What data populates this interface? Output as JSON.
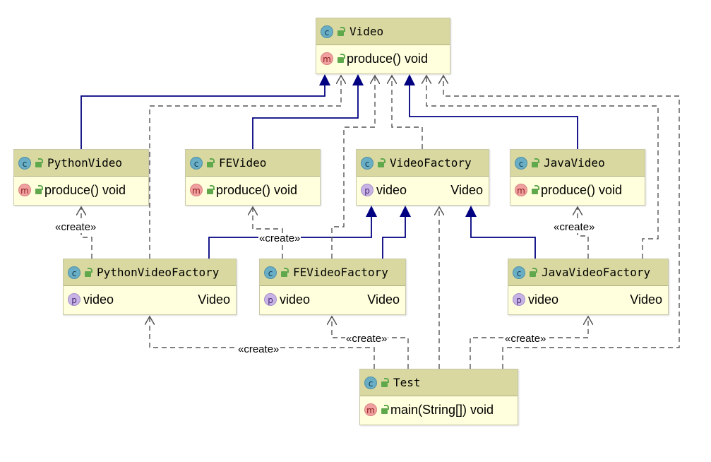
{
  "classes": {
    "video": {
      "name": "Video",
      "members": [
        {
          "kind": "m",
          "text": "produce() void",
          "type": ""
        }
      ]
    },
    "python_video": {
      "name": "PythonVideo",
      "members": [
        {
          "kind": "m",
          "text": "produce() void",
          "type": ""
        }
      ]
    },
    "fe_video": {
      "name": "FEVideo",
      "members": [
        {
          "kind": "m",
          "text": "produce() void",
          "type": ""
        }
      ]
    },
    "video_factory": {
      "name": "VideoFactory",
      "members": [
        {
          "kind": "p",
          "text": "video",
          "type": "Video"
        }
      ]
    },
    "java_video": {
      "name": "JavaVideo",
      "members": [
        {
          "kind": "m",
          "text": "produce() void",
          "type": ""
        }
      ]
    },
    "python_video_factory": {
      "name": "PythonVideoFactory",
      "members": [
        {
          "kind": "p",
          "text": "video",
          "type": "Video"
        }
      ]
    },
    "fe_video_factory": {
      "name": "FEVideoFactory",
      "members": [
        {
          "kind": "p",
          "text": "video",
          "type": "Video"
        }
      ]
    },
    "java_video_factory": {
      "name": "JavaVideoFactory",
      "members": [
        {
          "kind": "p",
          "text": "video",
          "type": "Video"
        }
      ]
    },
    "test": {
      "name": "Test",
      "members": [
        {
          "kind": "m",
          "text": "main(String[]) void",
          "type": ""
        }
      ]
    }
  },
  "icons": {
    "class": "c",
    "method": "m",
    "property": "p"
  },
  "labels": {
    "create": "«create»"
  },
  "colors": {
    "header": "#d8d8a0",
    "body": "#ffffdd",
    "inherit": "#000080",
    "dependency": "#555555"
  }
}
